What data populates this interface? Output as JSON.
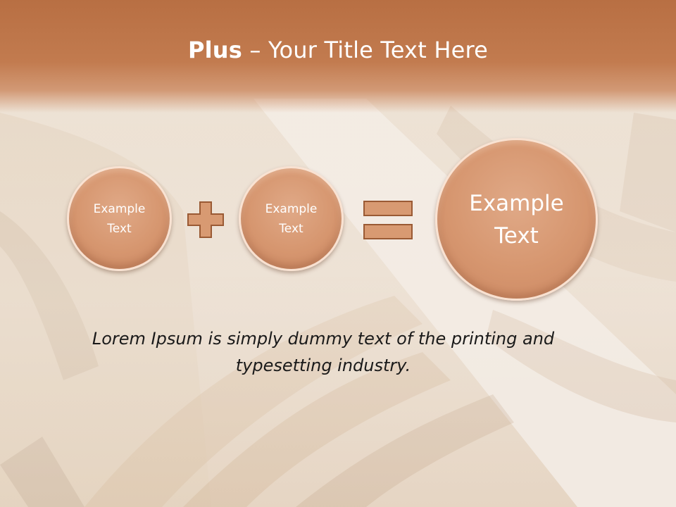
{
  "title": {
    "bold": "Plus",
    "rest": " – Your Title Text Here"
  },
  "circles": [
    {
      "label": "Example Text"
    },
    {
      "label": "Example Text"
    },
    {
      "label": "Example Text"
    }
  ],
  "icons": {
    "operator_1": "plus-icon",
    "operator_2": "equals-icon"
  },
  "tagline": "Lorem Ipsum is simply dummy text of the printing and typesetting industry.",
  "colors": {
    "header": "#c27b4f",
    "circle": "#d6966f",
    "operator": "#d89a72",
    "operator_border": "#9a5a34",
    "title_text": "#ffffff",
    "body_text": "#1a1a1a"
  }
}
